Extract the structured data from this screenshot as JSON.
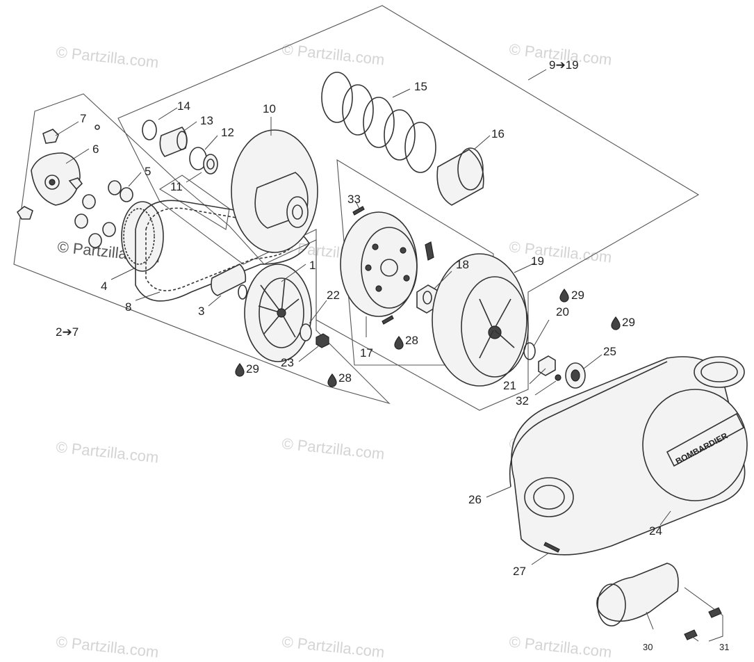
{
  "watermark": "© Partzilla.com",
  "group_ranges": {
    "clutch_group": "9➔19",
    "drive_group": "2➔7"
  },
  "labels": {
    "l1": "1",
    "l3": "3",
    "l4": "4",
    "l5": "5",
    "l6": "6",
    "l7": "7",
    "l8": "8",
    "l10": "10",
    "l11": "11",
    "l12": "12",
    "l13": "13",
    "l14": "14",
    "l15": "15",
    "l16": "16",
    "l17": "17",
    "l18": "18",
    "l19": "19",
    "l20": "20",
    "l21": "21",
    "l22": "22",
    "l23": "23",
    "l24": "24",
    "l25": "25",
    "l26": "26",
    "l27": "27",
    "l30": "30",
    "l31": "31",
    "l32": "32",
    "l33": "33",
    "l28a": "28",
    "l28b": "28",
    "l29a": "29",
    "l29b": "29",
    "l29c": "29"
  },
  "cover_brand": "BOMBARDIER"
}
